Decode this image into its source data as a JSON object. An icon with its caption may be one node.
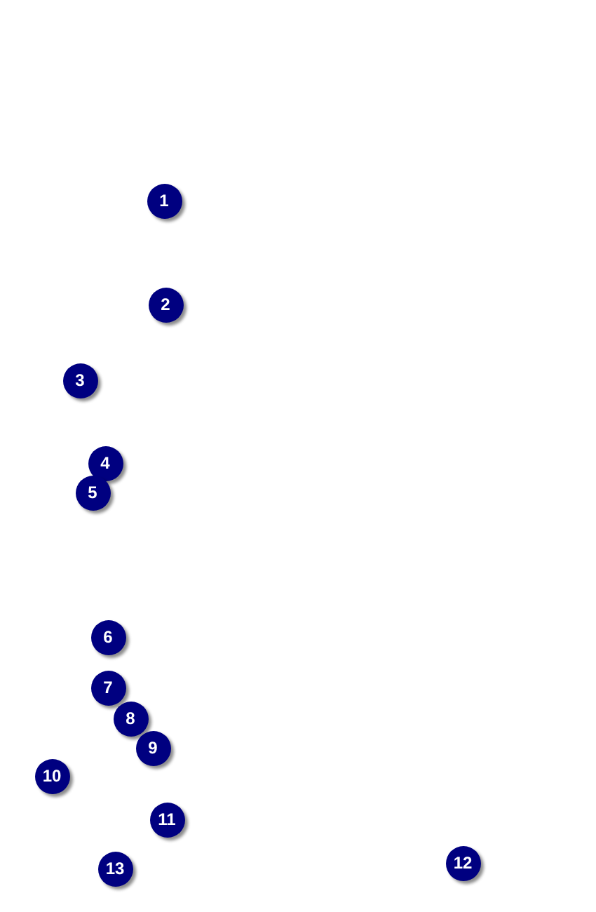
{
  "diagram": {
    "labels": [
      "1",
      "2",
      "3",
      "4",
      "5",
      "6",
      "7",
      "8",
      "9",
      "10",
      "11",
      "12",
      "13"
    ]
  }
}
